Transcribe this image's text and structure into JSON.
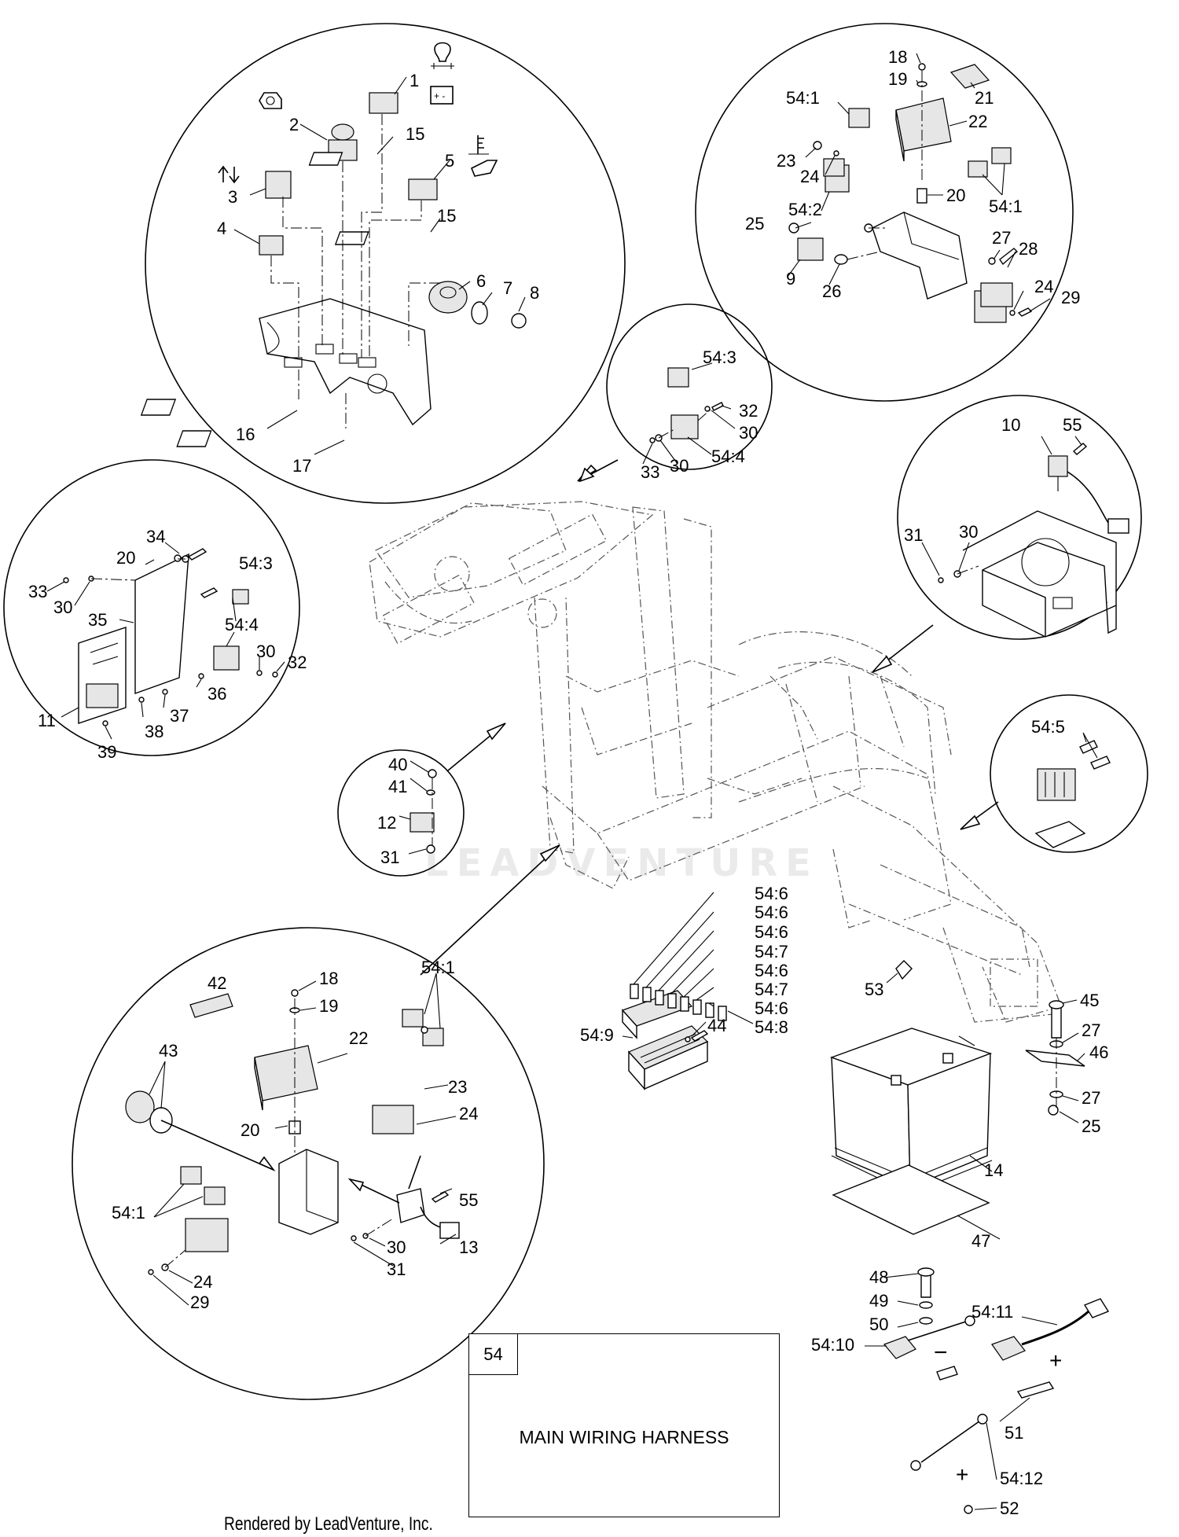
{
  "legend": {
    "number": "54",
    "text": "MAIN WIRING HARNESS"
  },
  "credit": "Rendered by LeadVenture, Inc.",
  "watermark": "LEADVENTURE",
  "callouts": {
    "c1": "1",
    "c2": "2",
    "c3": "3",
    "c4": "4",
    "c5": "5",
    "c6": "6",
    "c7": "7",
    "c8": "8",
    "c15a": "15",
    "c15b": "15",
    "c16": "16",
    "c17": "17",
    "c18a": "18",
    "c19a": "19",
    "c21": "21",
    "c22a": "22",
    "c541a": "54:1",
    "c23a": "23",
    "c24a": "24",
    "c542": "54:2",
    "c20a": "20",
    "c541b": "54:1",
    "c25a": "25",
    "c9": "9",
    "c26": "26",
    "c27a": "27",
    "c28": "28",
    "c24b": "24",
    "c29a": "29",
    "c543a": "54:3",
    "c32a": "32",
    "c30a": "30",
    "c33a": "33",
    "c30b": "30",
    "c544a": "54:4",
    "c34": "34",
    "c20b": "20",
    "c33b": "33",
    "c30c": "30",
    "c543b": "54:3",
    "c35": "35",
    "c544b": "54:4",
    "c30d": "30",
    "c32b": "32",
    "c11": "11",
    "c36": "36",
    "c37": "37",
    "c38": "38",
    "c39": "39",
    "c10": "10",
    "c55a": "55",
    "c31a": "31",
    "c30e": "30",
    "c545": "54:5",
    "c40": "40",
    "c41": "41",
    "c12": "12",
    "c31b": "31",
    "c546a": "54:6",
    "c546b": "54:6",
    "c546c": "54:6",
    "c547a": "54:7",
    "c546d": "54:6",
    "c547b": "54:7",
    "c546e": "54:6",
    "c548": "54:8",
    "c549": "54:9",
    "c44": "44",
    "c53": "53",
    "c45": "45",
    "c27b": "27",
    "c46": "46",
    "c27c": "27",
    "c25b": "25",
    "c14": "14",
    "c47": "47",
    "c42": "42",
    "c18b": "18",
    "c19b": "19",
    "c541c": "54:1",
    "c43": "43",
    "c22b": "22",
    "c23b": "23",
    "c24c": "24",
    "c20c": "20",
    "c541d": "54:1",
    "c55b": "55",
    "c30f": "30",
    "c13": "13",
    "c31c": "31",
    "c24d": "24",
    "c29b": "29",
    "c48": "48",
    "c49": "49",
    "c50": "50",
    "c5411": "54:11",
    "c5410": "54:10",
    "c51": "51",
    "c5412": "54:12",
    "c52": "52"
  },
  "colors": {
    "line": "#000000",
    "frame": "#555555",
    "background": "#ffffff"
  },
  "icons": [
    "work-light-icon",
    "battery-icon",
    "engine-start-icon",
    "raise-lower-icon",
    "hydraulic-icon"
  ]
}
